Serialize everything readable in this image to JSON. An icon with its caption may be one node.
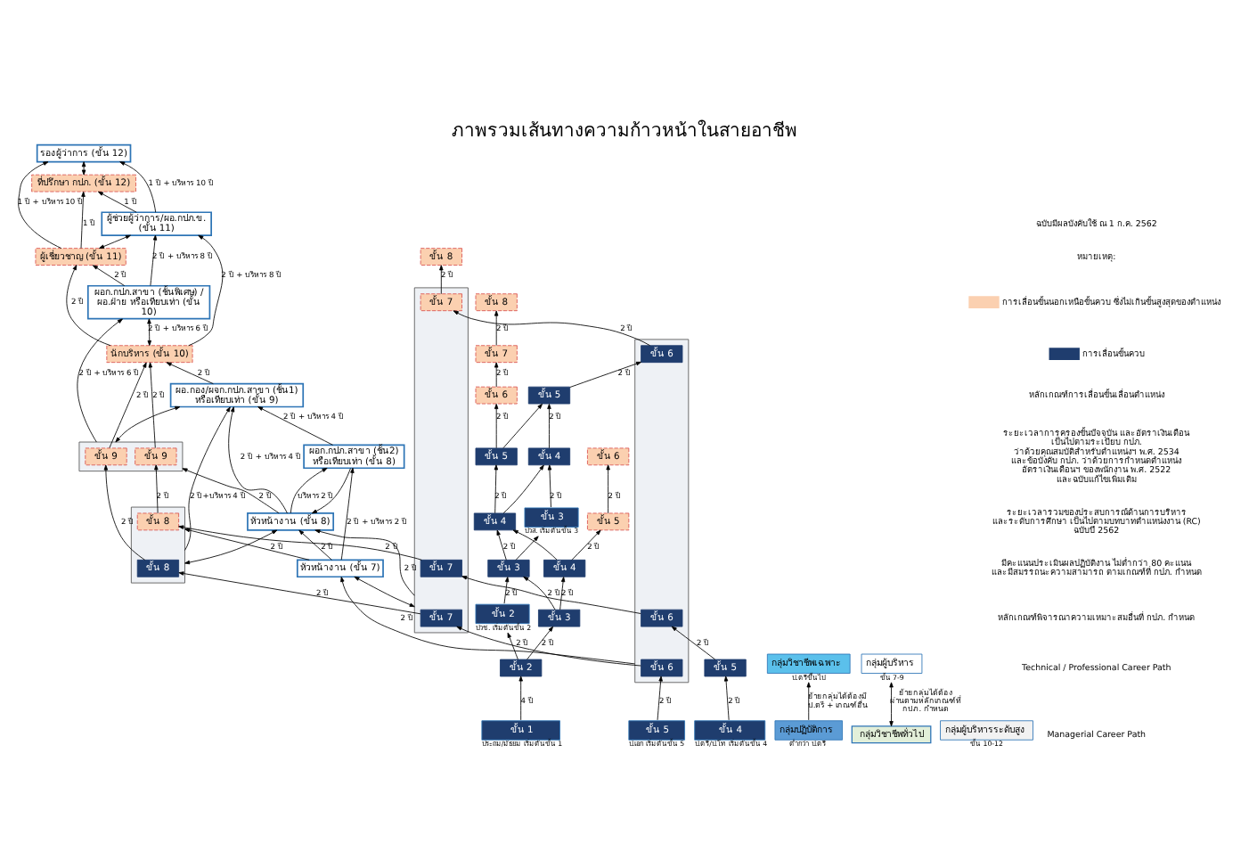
{
  "diagram": {
    "title": "ภาพรวมเส้นทางความก้าวหน้าในสายอาชีพ",
    "nodes": [
      {
        "text": [
          "ที่ปรึกษา กปภ. (ขั้น 12)"
        ]
      },
      {
        "text": [
          "ผู้เชี่ยวชาญ (ขั้น 11)"
        ]
      },
      {
        "text": [
          "นักบริหาร (ขั้น 10)"
        ]
      },
      {
        "text": [
          "รองผู้ว่าการ (ขั้น 12)"
        ]
      },
      {
        "text": [
          "ผู้ช่วยผู้ว่าการ/ผอ.กปภ.ข. (ขั้น 11)"
        ]
      },
      {
        "text": [
          "ผอก.กปภ.สาขา (ชั้นพิเศษ) / ผอ.ฝ่าย หรือเทียบเท่า (ขั้น 10)"
        ]
      },
      {
        "text": [],
        "shape": "box"
      },
      {
        "text": [
          "ขั้น 9"
        ],
        "in": 6
      },
      {
        "text": [
          "ขั้น 9"
        ],
        "in": 6
      },
      {
        "text": [
          "ผอ.กอง/ผจก.กปภ.สาขา (ชั้น1) หรือเทียบเท่า (ขั้น 9)"
        ]
      },
      {
        "text": [
          "ขั้น 8"
        ]
      },
      {
        "text": [
          "ขั้น 8"
        ]
      },
      {
        "text": [],
        "shape": "box"
      },
      {
        "text": [
          "ขั้น 8"
        ],
        "in": 12
      },
      {
        "text": [
          "ขั้น 8"
        ],
        "in": 12
      },
      {
        "text": [
          "หัวหน้างาน (ขั้น 8)"
        ]
      },
      {
        "text": [
          "ผอก.กปภ.สาขา (ชั้น2) หรือเทียบเท่า (ขั้น 8)"
        ]
      },
      {
        "text": [
          "ขั้น 7"
        ]
      },
      {
        "text": [],
        "shape": "box"
      },
      {
        "text": [
          "ขั้น 7"
        ],
        "in": 18
      },
      {
        "text": [
          "ขั้น 7"
        ],
        "in": 18
      },
      {
        "text": [
          "ขั้น 7"
        ],
        "in": 18
      },
      {
        "text": [
          "หัวหน้างาน (ขั้น 7)"
        ]
      },
      {
        "text": [
          "ขั้น 6"
        ]
      },
      {
        "text": [
          "ขั้น 6"
        ]
      },
      {
        "text": [],
        "shape": "box"
      },
      {
        "text": [
          "ขั้น 6"
        ],
        "in": 25
      },
      {
        "text": [
          "ขั้น 6"
        ],
        "in": 25
      },
      {
        "text": [
          "ขั้น 6"
        ],
        "in": 25
      },
      {
        "text": [
          "ขั้น 5"
        ]
      },
      {
        "text": [
          "ขั้น 5"
        ]
      },
      {
        "text": [
          "ขั้น 5"
        ]
      },
      {
        "text": [
          "ขั้น 5"
        ]
      },
      {
        "text": [
          "ขั้น 5"
        ],
        "beside": [
          "ป.เอก เริ่มต้นขั้น 5"
        ]
      },
      {
        "text": [
          "ขั้น 4"
        ]
      },
      {
        "text": [
          "ขั้น 4"
        ]
      },
      {
        "text": [
          "ขั้น 4"
        ]
      },
      {
        "text": [
          "ขั้น 4"
        ],
        "beside": [
          "ป.ตรี/ป.โท เริ่มต้นขั้น 4"
        ]
      },
      {
        "text": [
          "ขั้น 3"
        ]
      },
      {
        "text": [
          "ขั้น 3"
        ]
      },
      {
        "text": [
          "ขั้น 3"
        ],
        "beside": [
          "ปวส. เริ่มต้นขั้น 3"
        ]
      },
      {
        "text": [
          "ขั้น 2"
        ]
      },
      {
        "text": [
          "ขั้น 2"
        ],
        "beside": [
          "ปวช. เริ่มต้นขั้น 2"
        ]
      },
      {
        "text": [
          "ขั้น 1"
        ],
        "beside": [
          "ประถม/มัธยม เริ่มต้นขั้น 1"
        ]
      },
      {
        "text": [
          "กลุ่มปฏิบัติการ"
        ],
        "beside": [
          "ต่ำกว่า ป.ตรี"
        ]
      },
      {
        "text": [
          "กลุ่มวิชาชีพทั่วไป"
        ]
      },
      {
        "text": [
          "กลุ่มวิชาชีพเฉพาะ"
        ],
        "beside": [
          "ป.ตรีขึ้นไป"
        ]
      },
      {
        "text": [
          "กลุ่มผู้บริหาร"
        ],
        "beside": [
          "ขั้น 7-9"
        ]
      },
      {
        "text": [
          "กลุ่มผู้บริหารระดับสูง"
        ],
        "beside": [
          "ขั้น 10-12"
        ]
      }
    ],
    "edges": [
      {
        "from": 43,
        "to": 41,
        "arrow": "to",
        "label": "4 ปี"
      },
      {
        "from": 41,
        "to": 38,
        "arrow": "to",
        "label": "2 ปี"
      },
      {
        "from": 38,
        "to": 34,
        "arrow": "to",
        "label": "2 ปี"
      },
      {
        "from": 34,
        "to": 29,
        "arrow": "to",
        "label": "2 ปี"
      },
      {
        "from": 29,
        "to": 23,
        "arrow": "to",
        "label": "2 ปี"
      },
      {
        "from": 42,
        "to": 39,
        "arrow": "to",
        "label": "2 ปี"
      },
      {
        "from": 39,
        "to": 35,
        "arrow": "to",
        "label": "2 ปี"
      },
      {
        "from": 35,
        "to": 30,
        "arrow": "to",
        "label": "2 ปี"
      },
      {
        "from": 30,
        "to": 24,
        "arrow": "to",
        "label": "2 ปี"
      },
      {
        "from": 24,
        "to": 17,
        "arrow": "to",
        "label": "2 ปี"
      },
      {
        "from": 17,
        "to": 10,
        "arrow": "to",
        "label": "2 ปี"
      },
      {
        "from": 40,
        "to": 36,
        "arrow": "to",
        "label": "2 ปี"
      },
      {
        "from": 36,
        "to": 31,
        "arrow": "to",
        "label": "2 ปี"
      },
      {
        "from": 31,
        "to": 26,
        "arrow": "to",
        "label": "2 ปี"
      },
      {
        "from": 26,
        "to": 19,
        "arrow": "to",
        "label": "2 ปี"
      },
      {
        "from": 19,
        "to": 11,
        "arrow": "to",
        "label": "2 ปี"
      },
      {
        "from": 37,
        "to": 32,
        "arrow": "to",
        "label": "2 ปี"
      },
      {
        "from": 32,
        "to": 27,
        "arrow": "to",
        "label": "2 ปี"
      },
      {
        "from": 27,
        "to": 20,
        "arrow": "to",
        "label": "2 ปี"
      },
      {
        "from": 20,
        "to": 13,
        "arrow": "to",
        "label": "2 ปี"
      },
      {
        "from": 13,
        "to": 7,
        "arrow": "to",
        "label": "2 ปี"
      },
      {
        "from": 7,
        "to": 2,
        "arrow": "to",
        "label": "2 ปี"
      },
      {
        "from": 33,
        "to": 28,
        "arrow": "to",
        "label": "2 ปี"
      },
      {
        "from": 28,
        "to": 21,
        "arrow": "to",
        "label": "2 ปี"
      },
      {
        "from": 21,
        "to": 14,
        "arrow": "to",
        "label": "2 ปี"
      },
      {
        "from": 14,
        "to": 8,
        "arrow": "to",
        "label": "2 ปี"
      },
      {
        "from": 8,
        "to": 2,
        "arrow": "to",
        "label": "2 ปี"
      },
      {
        "from": 2,
        "to": 1,
        "arrow": "to",
        "label": "2 ปี"
      },
      {
        "from": 1,
        "to": 0,
        "arrow": "to",
        "label": "1 ปี"
      },
      {
        "from": 41,
        "to": 42,
        "arrow": "to"
      },
      {
        "from": 38,
        "to": 39,
        "arrow": "to"
      },
      {
        "from": 34,
        "to": 35,
        "arrow": "to"
      },
      {
        "from": 39,
        "to": 40,
        "arrow": "to"
      },
      {
        "from": 35,
        "to": 36,
        "arrow": "to"
      },
      {
        "from": 30,
        "to": 31,
        "arrow": "to"
      },
      {
        "from": 22,
        "to": 15,
        "arrow": "to",
        "label": "2 ปี"
      },
      {
        "from": 22,
        "to": 16,
        "arrow": "to",
        "label": "2 ปี + บริหาร 2 ปี"
      },
      {
        "from": 15,
        "to": 16,
        "arrow": "to",
        "label": "บริหาร 2 ปี"
      },
      {
        "from": 16,
        "to": 15,
        "arrow": "to"
      },
      {
        "from": 15,
        "to": 9,
        "arrow": "to",
        "label": "2 ปี + บริหาร 4 ปี"
      },
      {
        "from": 16,
        "to": 9,
        "arrow": "to",
        "label": "2 ปี + บริหาร 4 ปี"
      },
      {
        "from": 5,
        "to": 4,
        "arrow": "to",
        "label": "2 ปี + บริหาร 8 ปี"
      },
      {
        "from": 4,
        "to": 3,
        "arrow": "to",
        "label": "1 ปี + บริหาร 10 ปี"
      },
      {
        "from": 0,
        "to": 3,
        "arrow": "both"
      },
      {
        "from": 4,
        "to": 0,
        "arrow": "to",
        "label": "1 ปี"
      },
      {
        "from": 1,
        "to": 3,
        "arrow": "to",
        "label": "1 ปี + บริหาร 10 ปี"
      },
      {
        "from": 1,
        "to": 4,
        "arrow": "both"
      },
      {
        "from": 5,
        "to": 1,
        "arrow": "to",
        "label": "2 ปี"
      },
      {
        "from": 2,
        "to": 4,
        "arrow": "to",
        "label": "2 ปี + บริหาร 8 ปี"
      },
      {
        "from": 2,
        "to": 5,
        "arrow": "both",
        "label": "2 ปี + บริหาร 6 ปี"
      },
      {
        "from": 9,
        "to": 2,
        "arrow": "to",
        "label": "2 ปี"
      },
      {
        "from": 6,
        "to": 5,
        "arrow": "to",
        "label": "2 ปี + บริหาร 6 ปี"
      },
      {
        "from": 6,
        "to": 9,
        "arrow": "both"
      },
      {
        "from": 15,
        "to": 6,
        "arrow": "to",
        "label": "2 ปี"
      },
      {
        "from": 12,
        "to": 9,
        "arrow": "to",
        "label": "2 ปี+บริหาร 4 ปี"
      },
      {
        "from": 12,
        "to": 15,
        "arrow": "both"
      },
      {
        "from": 22,
        "to": 12,
        "arrow": "to",
        "label": "2 ปี"
      },
      {
        "from": 18,
        "to": 15,
        "arrow": "to",
        "label": "2 ปี"
      },
      {
        "from": 18,
        "to": 22,
        "arrow": "both"
      },
      {
        "from": 25,
        "to": 22,
        "arrow": "to",
        "label": "2 ปี"
      },
      {
        "from": 44,
        "to": 46,
        "arrow": "to",
        "label": "ย้ายกลุ่มได้ต้องมี ป.ตรี + เกณฑ์อื่น"
      },
      {
        "from": 45,
        "to": 47,
        "arrow": "both",
        "label": "ย้ายกลุ่มได้ต้อง ผ่านตามหลักเกณฑ์ที่ กปภ. กำหนด"
      }
    ],
    "labels": [
      "ฉบับมีผลบังคับใช้ ณ 1 ก.ค. 2562",
      "หมายเหตุ:",
      "หลักเกณฑ์การเลื่อนขั้นเลื่อนตำแหน่ง",
      "ระยะเวลาการครองขั้นปัจจุบัน และอัตราเงินเดือน เป็นไปตามระเบียบ กปภ. ว่าด้วยคุณสมบัติสำหรับตำแหน่งฯ พ.ศ. 2534 และข้อบังคับ กปภ. ว่าด้วยการกำหนดตำแหน่ง อัตราเงินเดือนฯ ของพนักงาน พ.ศ. 2522 และฉบับแก้ไขเพิ่มเติม",
      "ระยะเวลารวมของประสบการณ์ด้านการบริหาร และระดับการศึกษา เป็นไปตามบทบาทตำแหน่งงาน (RC) ฉบับปี 2562",
      "มีคะแนนประเมินผลปฏิบัติงาน ไม่ต่ำกว่า 80 คะแนน และมีสมรรถนะความสามารถ ตามเกณฑ์ที่ กปภ. กำหนด",
      "หลักเกณฑ์พิจารณาความเหมาะสมอื่นที่ กปภ. กำหนด",
      "Technical / Professional Career Path",
      "Managerial Career Path"
    ],
    "legend": [
      {
        "text": "การเลื่อนขั้นนอกเหนือขั้นควบ ซึ่งไม่เกินขั้นสูงสุดของตำแหน่ง",
        "color": "#fbd0b0"
      },
      {
        "text": "การเลื่อนขั้นควบ",
        "color": "#1f3d6e"
      }
    ]
  }
}
